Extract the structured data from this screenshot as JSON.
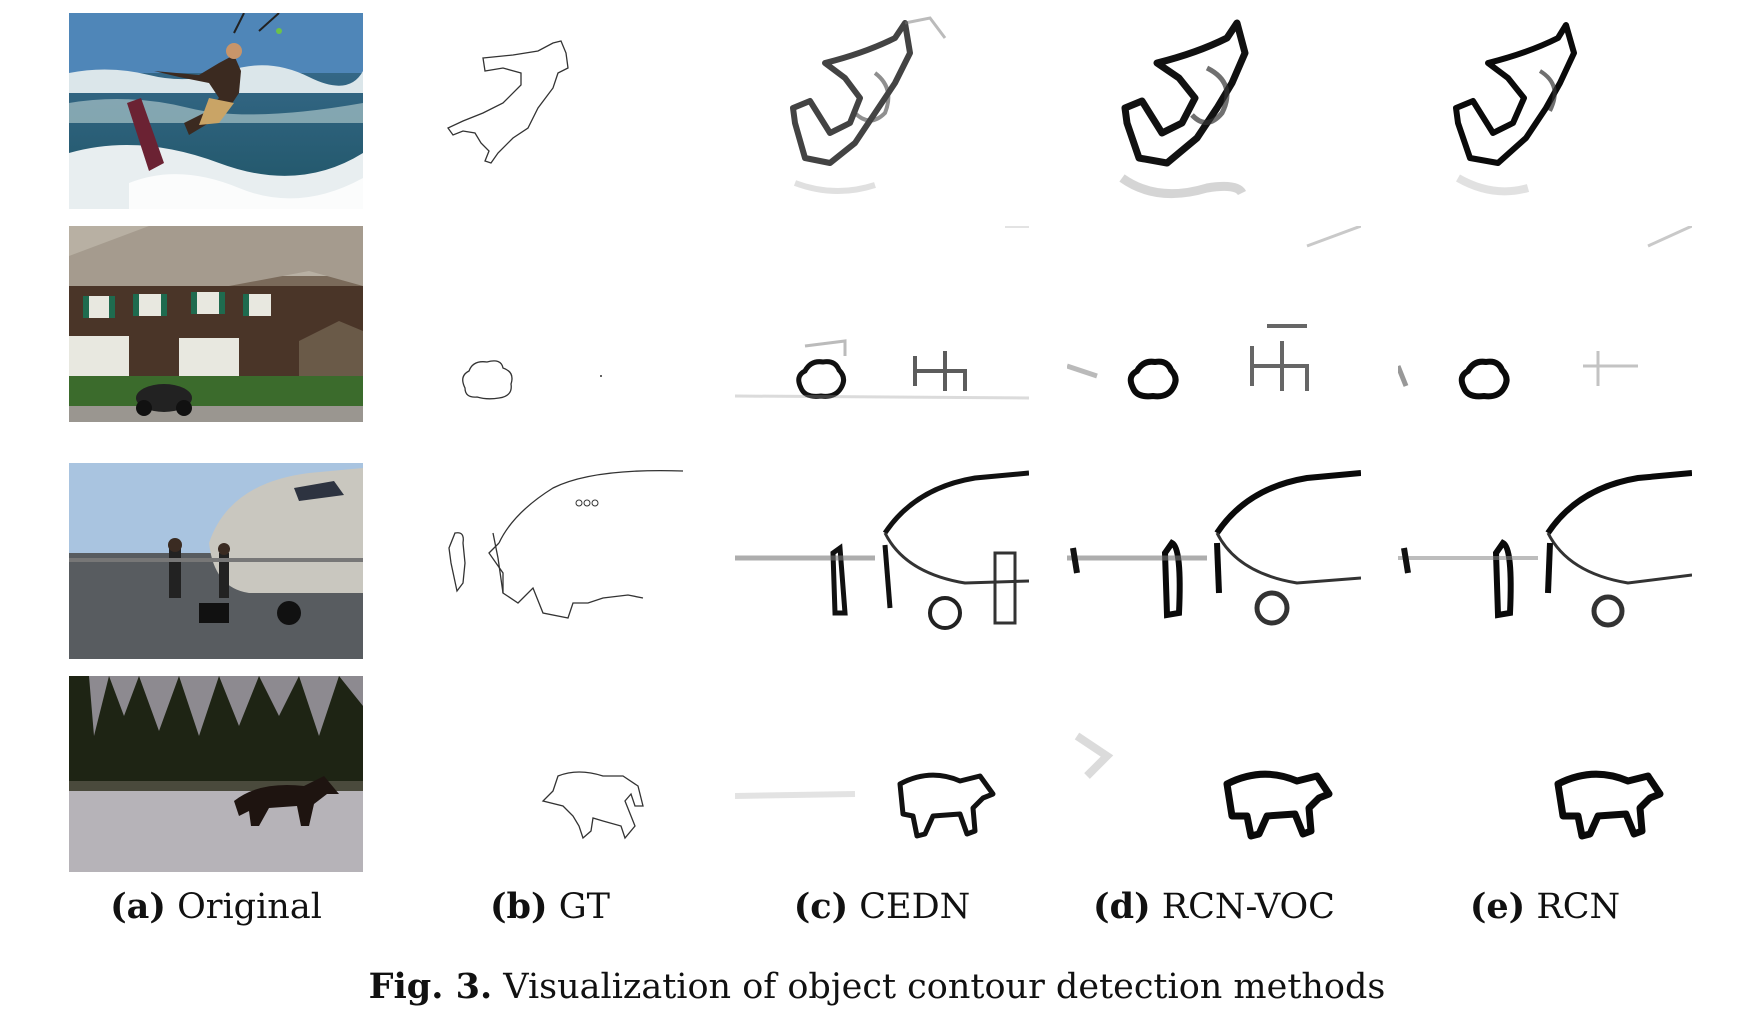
{
  "columns": [
    {
      "tag": "(a)",
      "name": "Original"
    },
    {
      "tag": "(b)",
      "name": "GT"
    },
    {
      "tag": "(c)",
      "name": "CEDN"
    },
    {
      "tag": "(d)",
      "name": "RCN-VOC"
    },
    {
      "tag": "(e)",
      "name": "RCN"
    }
  ],
  "rows": [
    "kitesurfer",
    "house-with-motorcycle",
    "airplane-with-people",
    "horse"
  ],
  "caption": {
    "label": "Fig. 3.",
    "text": "Visualization of object contour detection methods"
  }
}
